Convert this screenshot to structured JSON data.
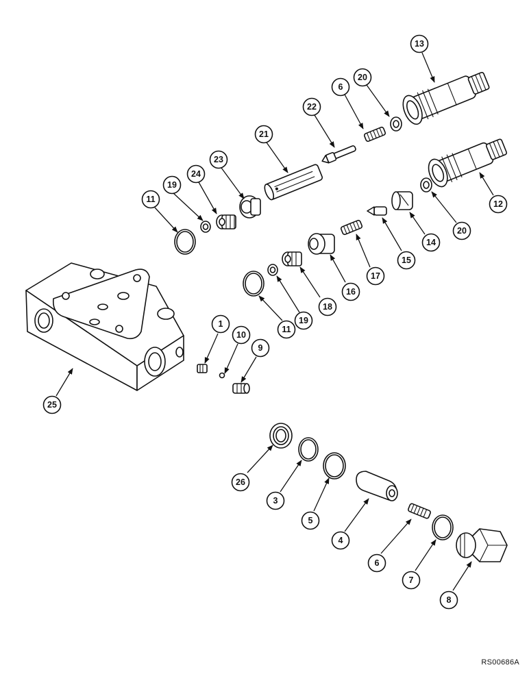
{
  "reference_code": "RS00686A",
  "callouts": [
    "13",
    "20",
    "6",
    "22",
    "21",
    "23",
    "24",
    "19",
    "11",
    "12",
    "20",
    "14",
    "15",
    "17",
    "16",
    "18",
    "19",
    "11",
    "1",
    "10",
    "9",
    "25",
    "26",
    "3",
    "5",
    "4",
    "6",
    "7",
    "8"
  ]
}
